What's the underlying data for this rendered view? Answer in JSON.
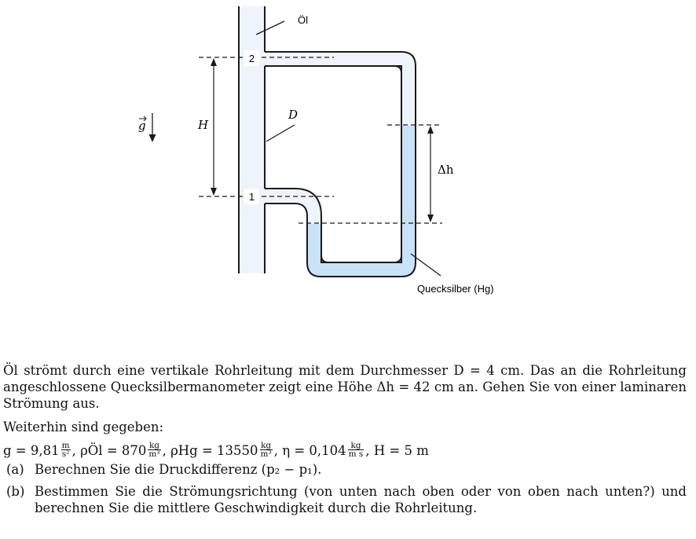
{
  "figure": {
    "label_oil": "Öl",
    "label_point2": "2",
    "label_point1": "1",
    "label_H": "H",
    "label_D": "D",
    "label_g": "g",
    "label_delta_h": "Δh",
    "label_mercury": "Quecksilber (Hg)"
  },
  "colors": {
    "oil_fill": "#eef4fb",
    "mercury_fill": "#c8e3f7",
    "pipe_stroke": "#1a1a1a"
  },
  "problem": {
    "intro": "Öl strömt durch eine vertikale Rohrleitung mit dem Durchmesser D = 4 cm. Das an die Rohrleitung angeschlossene Quecksilbermanometer zeigt eine Höhe Δh = 42 cm an. Gehen Sie von einer laminaren Strömung aus.",
    "given_heading": "Weiterhin sind gegeben:",
    "given": {
      "g_eq": "g = 9,81",
      "g_unit_num": "m",
      "g_unit_den": "s²",
      "rho_oel_eq": ", ρÖl = 870",
      "rho_oel_unit_num": "kg",
      "rho_oel_unit_den": "m³",
      "rho_hg_eq": ", ρHg = 13550",
      "rho_hg_unit_num": "kg",
      "rho_hg_unit_den": "m³",
      "eta_eq": ", η = 0,104",
      "eta_unit_num": "kg",
      "eta_unit_den": "m s",
      "H_eq": ", H = 5 m"
    },
    "questions": [
      {
        "label": "(a)",
        "text": "Berechnen Sie die Druckdifferenz (p₂ − p₁)."
      },
      {
        "label": "(b)",
        "text": "Bestimmen Sie die Strömungsrichtung (von unten nach oben oder von oben nach unten?) und berechnen Sie die mittlere Geschwindigkeit durch die Rohrleitung."
      }
    ]
  }
}
